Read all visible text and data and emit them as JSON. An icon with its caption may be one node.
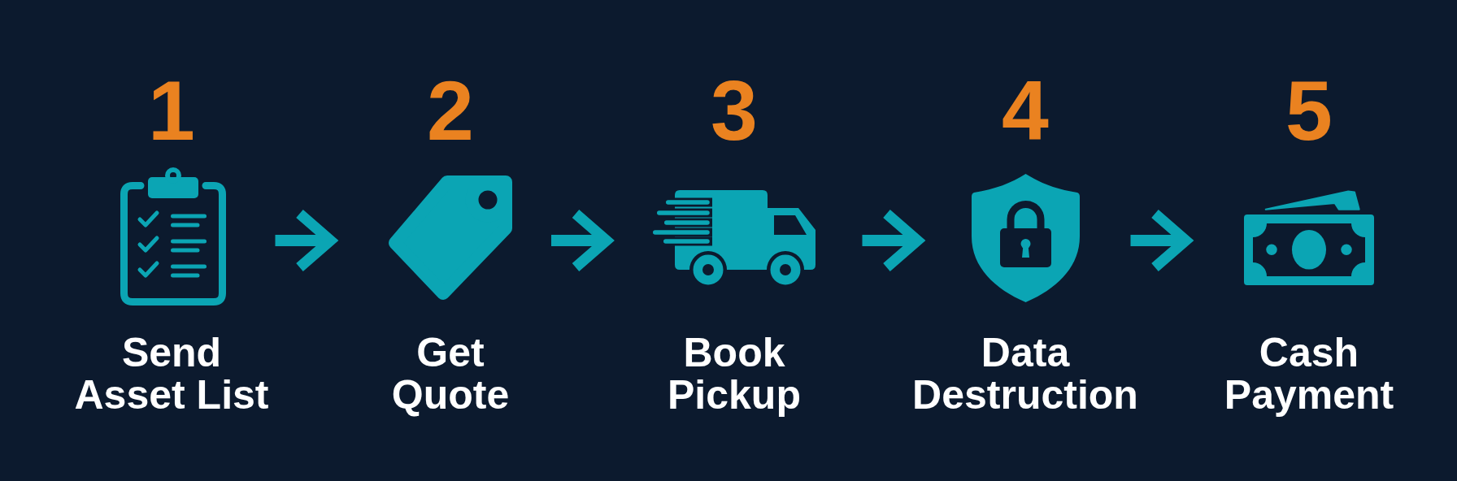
{
  "diagram": {
    "nodes": [
      {
        "text": [],
        "shape": "clipboard",
        "beside": [
          "1",
          "Send Asset List"
        ]
      },
      {
        "text": [],
        "shape": "tag",
        "beside": [
          "2",
          "Get Quote"
        ]
      },
      {
        "text": [],
        "shape": "truck",
        "beside": [
          "3",
          "Book Pickup"
        ]
      },
      {
        "text": [],
        "shape": "shield",
        "beside": [
          "4",
          "Data Destruction"
        ]
      },
      {
        "text": [],
        "shape": "banknote",
        "beside": [
          "5",
          "Cash Payment"
        ]
      }
    ],
    "edges": [
      {
        "from": 0,
        "to": 1,
        "arrow": "to"
      },
      {
        "from": 1,
        "to": 2,
        "arrow": "to"
      },
      {
        "from": 2,
        "to": 3,
        "arrow": "to"
      },
      {
        "from": 3,
        "to": 4,
        "arrow": "to"
      }
    ]
  }
}
